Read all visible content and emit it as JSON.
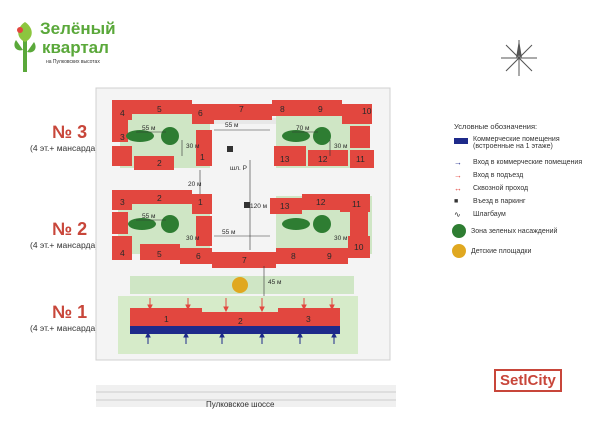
{
  "logo": {
    "line1": "Зелёный",
    "line2": "квартал",
    "tagline": "на Пулковских высотах"
  },
  "queues": [
    {
      "number": "№ 3",
      "subtitle": "(4 эт.+ мансарда)"
    },
    {
      "number": "№ 2",
      "subtitle": "(4 эт.+ мансарда)"
    },
    {
      "number": "№ 1",
      "subtitle": "(4 эт.+ мансарда)"
    }
  ],
  "legend": {
    "title": "Условные обозначения:",
    "items": [
      {
        "icon": "commercial-swatch",
        "color": "#1e2a8a",
        "label": "Коммерческие помещения (встроенные на 1 этаже)"
      },
      {
        "icon": "arrow-up-navy",
        "color": "#1e2a8a",
        "label": "Вход в коммерческие помещения"
      },
      {
        "icon": "arrow-red",
        "color": "#e2473f",
        "label": "Вход в подъезд"
      },
      {
        "icon": "double-arrow-red",
        "color": "#e2473f",
        "label": "Сквозной проход"
      },
      {
        "icon": "parking-icon",
        "color": "#333333",
        "label": "Въезд в паркинг"
      },
      {
        "icon": "barrier-icon",
        "color": "#333333",
        "label": "Шлагбаум"
      },
      {
        "icon": "leaf-icon",
        "color": "#2e7d32",
        "label": "Зона зеленых насаждений"
      },
      {
        "icon": "playground-icon",
        "color": "#e0a820",
        "label": "Детские площадки"
      }
    ]
  },
  "buildings_q3": [
    "1",
    "2",
    "3",
    "4",
    "5",
    "6",
    "7",
    "8",
    "9",
    "10",
    "11",
    "12",
    "13"
  ],
  "buildings_q2": [
    "1",
    "2",
    "3",
    "4",
    "5",
    "6",
    "7",
    "8",
    "9",
    "10",
    "11",
    "12",
    "13"
  ],
  "buildings_q1": [
    "1",
    "2",
    "3"
  ],
  "dimensions": {
    "d55a": "55 м",
    "d30a": "30 м",
    "d55b": "55 м",
    "d70": "70 м",
    "d30b": "30 м",
    "d20": "20 м",
    "d120": "120 м",
    "d55c": "55 м",
    "d30c": "30 м",
    "d55d": "55 м",
    "d45": "45 м",
    "d30d": "30 м"
  },
  "parking_label": "шл. P",
  "road": "Пулковское шоссе",
  "brand": "SetlCity",
  "colors": {
    "building": "#e2473f",
    "building_dark": "#c8363a",
    "green_area": "#cfe6c5",
    "courtyard": "#d6ebc9",
    "road": "#ececec",
    "commercial": "#1e2a8a",
    "logo_green": "#5aa83a",
    "brand_red": "#c8463a"
  }
}
